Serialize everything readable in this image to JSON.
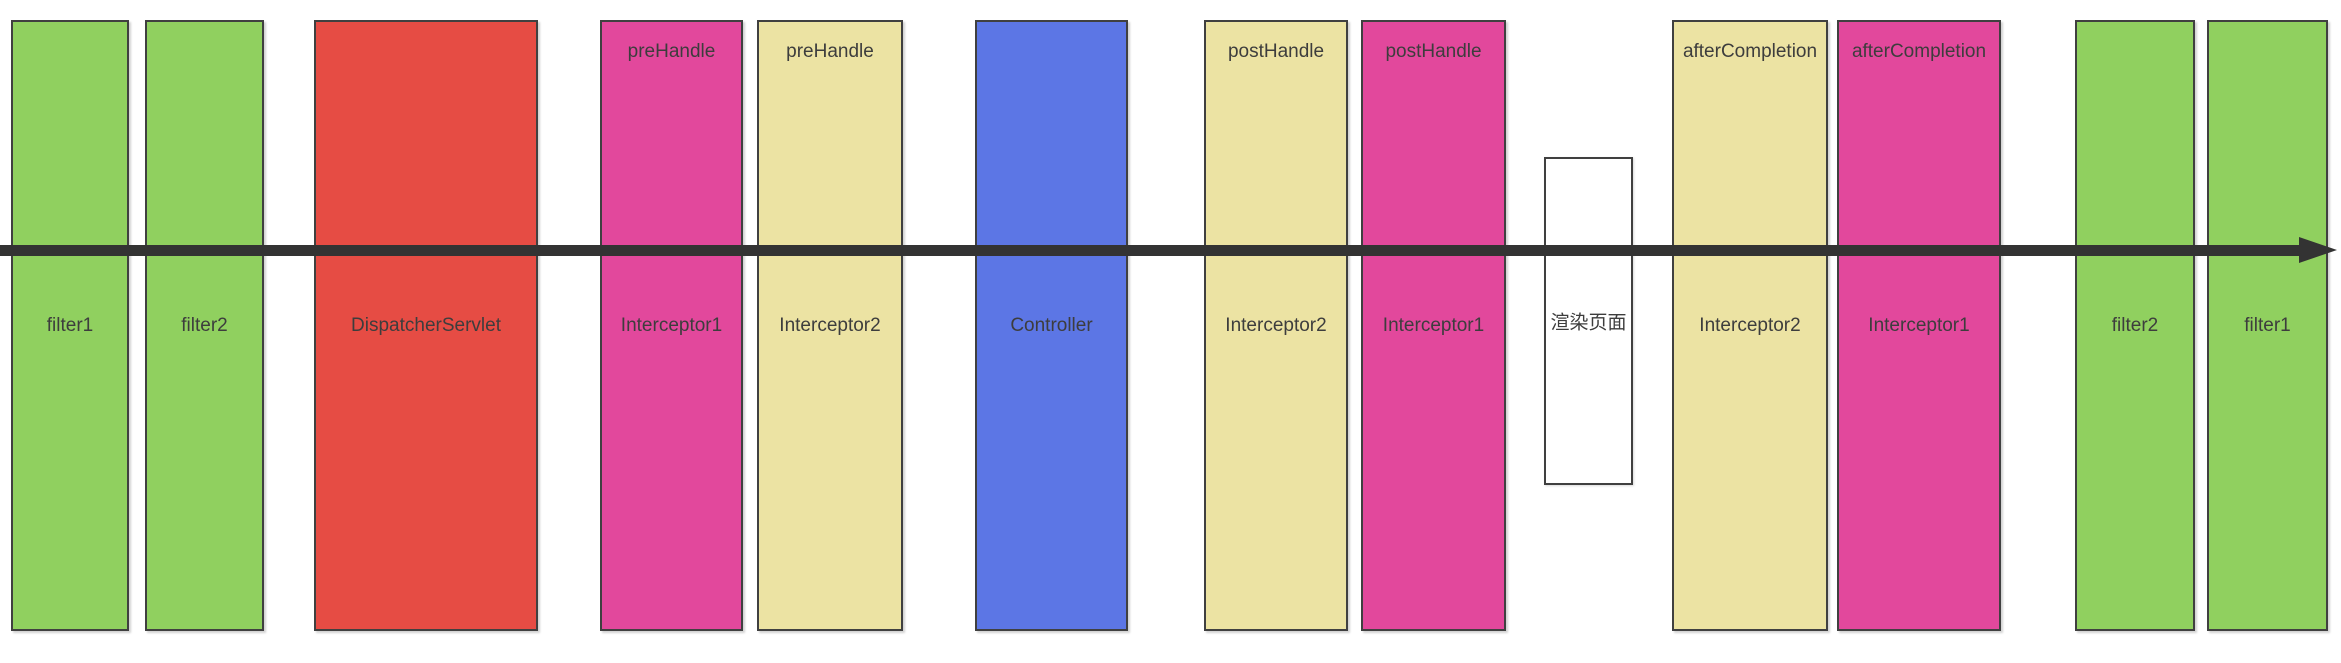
{
  "diagram_type": "spring-mvc-filter-interceptor-flow",
  "colors": {
    "green": "#90d05f",
    "red": "#e64c44",
    "pink": "#e2489c",
    "khaki": "#ece3a3",
    "blue": "#5c76e5",
    "white": "#ffffff",
    "border": "#404040",
    "arrow": "#333333",
    "text": "#3d3d3d"
  },
  "boxes": [
    {
      "label": "filter1",
      "top_label": "",
      "color": "green"
    },
    {
      "label": "filter2",
      "top_label": "",
      "color": "green"
    },
    {
      "label": "DispatcherServlet",
      "top_label": "",
      "color": "red"
    },
    {
      "label": "Interceptor1",
      "top_label": "preHandle",
      "color": "pink"
    },
    {
      "label": "Interceptor2",
      "top_label": "preHandle",
      "color": "khaki"
    },
    {
      "label": "Controller",
      "top_label": "",
      "color": "blue"
    },
    {
      "label": "Interceptor2",
      "top_label": "postHandle",
      "color": "khaki"
    },
    {
      "label": "Interceptor1",
      "top_label": "postHandle",
      "color": "pink"
    },
    {
      "label": "渲染页面",
      "top_label": "",
      "color": "white"
    },
    {
      "label": "Interceptor2",
      "top_label": "afterCompletion",
      "color": "khaki"
    },
    {
      "label": "Interceptor1",
      "top_label": "afterCompletion",
      "color": "pink"
    },
    {
      "label": "filter2",
      "top_label": "",
      "color": "green"
    },
    {
      "label": "filter1",
      "top_label": "",
      "color": "green"
    }
  ],
  "arrow": {
    "direction": "right"
  }
}
